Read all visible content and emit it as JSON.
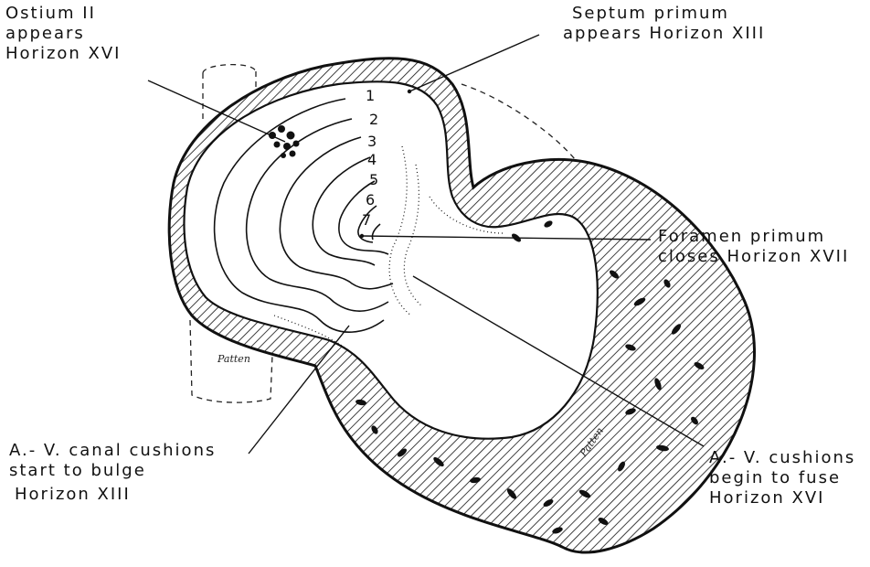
{
  "labels": {
    "ostium": [
      "Ostium II",
      "appears",
      "Horizon XVI"
    ],
    "septum": [
      "Septum primum",
      "appears Horizon XIII"
    ],
    "foramen": [
      "Foramen primum",
      "closes Horizon XVII"
    ],
    "canal": [
      "A.- V. canal cushions",
      "start to bulge",
      "Horizon XIII"
    ],
    "fuse": [
      "A.- V. cushions",
      "begin to fuse",
      "Horizon XVI"
    ]
  },
  "contour_numbers": [
    "1",
    "2",
    "3",
    "4",
    "5",
    "6",
    "7"
  ],
  "signature": "Patten",
  "colors": {
    "ink": "#111111",
    "paper": "#ffffff"
  }
}
